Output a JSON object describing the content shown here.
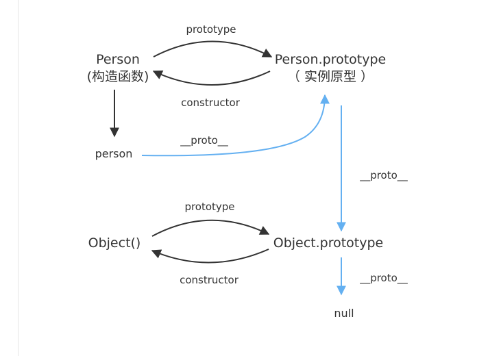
{
  "nodes": {
    "person_ctor": {
      "name": "Person",
      "subtitle": "(构造函数)"
    },
    "person_proto": {
      "name": "Person.prototype",
      "subtitle": "（ 实例原型 ）"
    },
    "person_instance": {
      "name": "person"
    },
    "object_ctor": {
      "name": "Object()"
    },
    "object_proto": {
      "name": "Object.prototype"
    },
    "null_node": {
      "name": "null"
    }
  },
  "edges": {
    "person_prototype": "prototype",
    "person_constructor": "constructor",
    "person_instance_proto": "__proto__",
    "person_proto_proto": "__proto__",
    "object_prototype": "prototype",
    "object_constructor": "constructor",
    "object_proto_proto": "__proto__"
  },
  "colors": {
    "arrow_dark": "#333333",
    "arrow_blue": "#64b0f1",
    "text": "#333333",
    "border": "#e6e6e6"
  }
}
